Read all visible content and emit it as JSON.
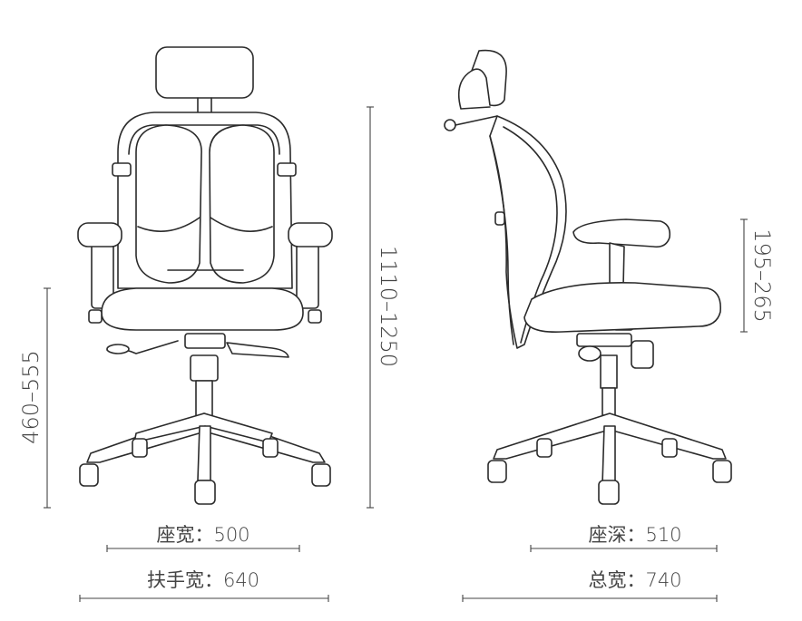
{
  "colors": {
    "line": "#2b2b2b",
    "dimension": "#444444",
    "background": "#ffffff"
  },
  "dimensions": {
    "seat_width": "座宽：500",
    "armrest_width": "扶手宽：640",
    "seat_height": "460–555",
    "total_height": "1110–1250",
    "seat_depth": "座深：510",
    "total_width": "总宽：740",
    "armrest_height": "195–265"
  }
}
